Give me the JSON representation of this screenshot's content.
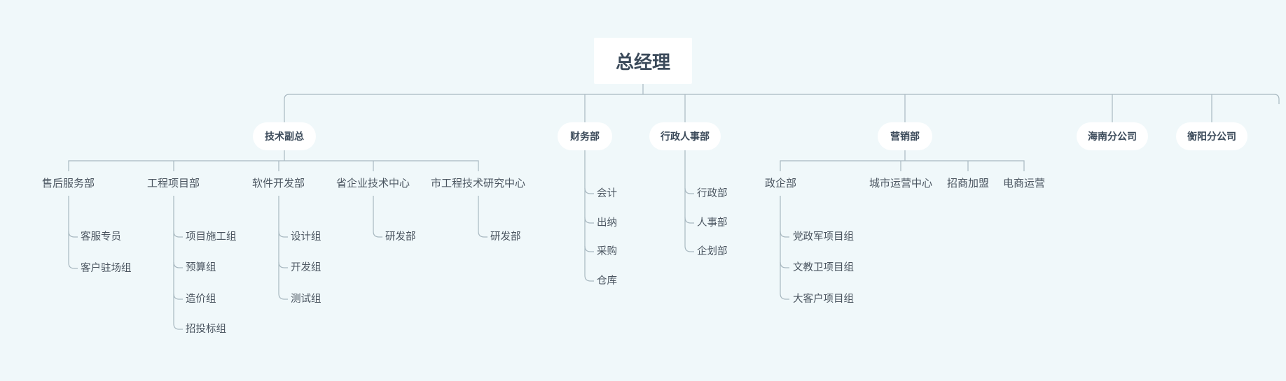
{
  "root": "总经理",
  "level1": {
    "tech_vp": "技术副总",
    "finance": "财务部",
    "admin_hr": "行政人事部",
    "marketing": "营销部",
    "hainan": "海南分公司",
    "hengyang": "衡阳分公司"
  },
  "tech": {
    "after_sales": {
      "label": "售后服务部",
      "children": [
        "客服专员",
        "客户驻场组"
      ]
    },
    "engineering": {
      "label": "工程项目部",
      "children": [
        "项目施工组",
        "预算组",
        "造价组",
        "招投标组"
      ]
    },
    "software": {
      "label": "软件开发部",
      "children": [
        "设计组",
        "开发组",
        "测试组"
      ]
    },
    "provincial_center": {
      "label": "省企业技术中心",
      "children": [
        "研发部"
      ]
    },
    "city_center": {
      "label": "市工程技术研究中心",
      "children": [
        "研发部"
      ]
    }
  },
  "finance_children": [
    "会计",
    "出纳",
    "采购",
    "仓库"
  ],
  "admin_children": [
    "行政部",
    "人事部",
    "企划部"
  ],
  "marketing_children": {
    "gov": {
      "label": "政企部",
      "children": [
        "党政军项目组",
        "文教卫项目组",
        "大客户项目组"
      ]
    },
    "city_ops": "城市运营中心",
    "franchise": "招商加盟",
    "ecommerce": "电商运营"
  }
}
